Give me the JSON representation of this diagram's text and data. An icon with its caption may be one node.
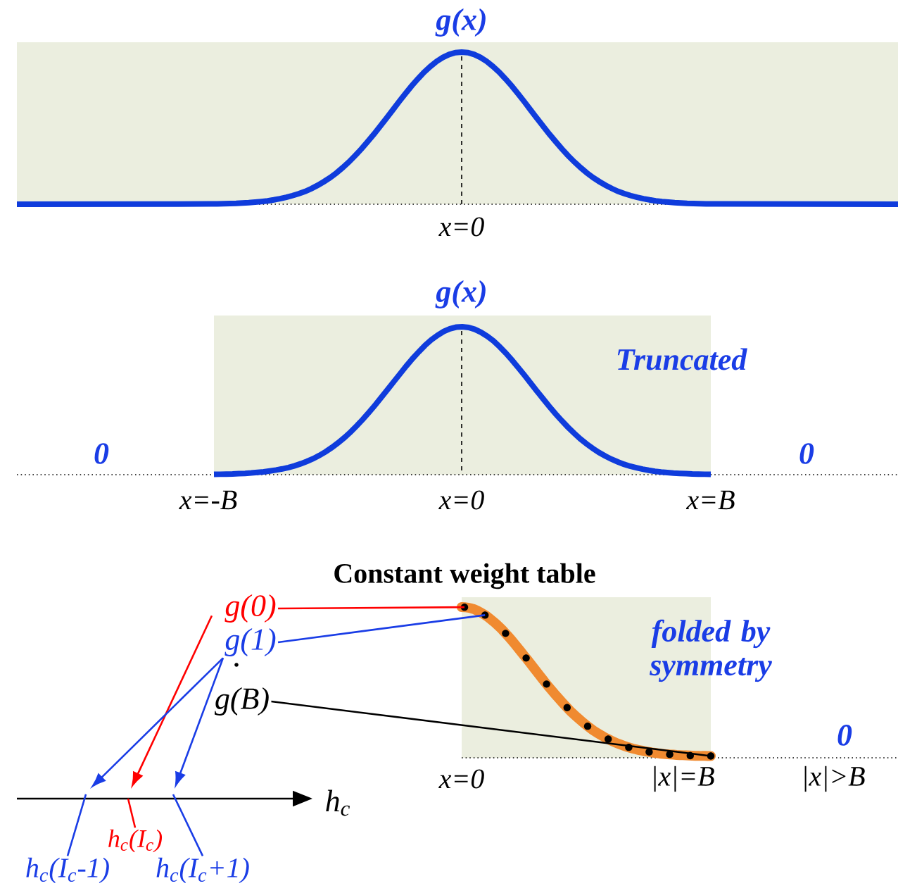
{
  "diagram": {
    "nodes": [
      {
        "text": [
          "g(0)"
        ]
      },
      {
        "text": [
          "g(1)"
        ]
      },
      {
        "text": [
          "g(B)"
        ]
      },
      {
        "text": [
          "h$_{c}$(I$_{c}$-1)"
        ]
      },
      {
        "text": [
          "h$_{c}$(I$_{c}$)"
        ]
      },
      {
        "text": [
          "h$_{c}$(I$_{c}$+1)"
        ]
      },
      {
        "text": [],
        "shape": "circle"
      },
      {
        "text": [],
        "shape": "circle"
      },
      {
        "text": [],
        "shape": "circle"
      }
    ],
    "edges": [
      {
        "from": 0,
        "to": 6,
        "arrow": "none",
        "color": "#ff0000"
      },
      {
        "from": 1,
        "to": 7,
        "arrow": "none",
        "color": "#1a3de6"
      },
      {
        "from": 2,
        "to": 8,
        "arrow": "none",
        "color": "#000000"
      },
      {
        "from": 0,
        "to": null,
        "arrow": "to",
        "color": "#ff0000"
      },
      {
        "from": 1,
        "to": null,
        "arrow": "to",
        "color": "#1a3de6"
      },
      {
        "from": 1,
        "to": null,
        "arrow": "to",
        "color": "#1a3de6"
      },
      {
        "from": 3,
        "to": null,
        "arrow": "none",
        "color": "#1a3de6"
      },
      {
        "from": 4,
        "to": null,
        "arrow": "none",
        "color": "#ff0000"
      },
      {
        "from": 5,
        "to": null,
        "arrow": "none",
        "color": "#1a3de6"
      }
    ],
    "labels": [
      "g(x)",
      "x=0",
      "g(x)",
      "Truncated",
      "0",
      "0",
      "x=-B",
      "x=0",
      "x=B",
      "Constant weight table",
      "folded by symmetry",
      "0",
      "x=0",
      "|x|=B",
      "|x|>B",
      "h$_{c}$"
    ]
  }
}
